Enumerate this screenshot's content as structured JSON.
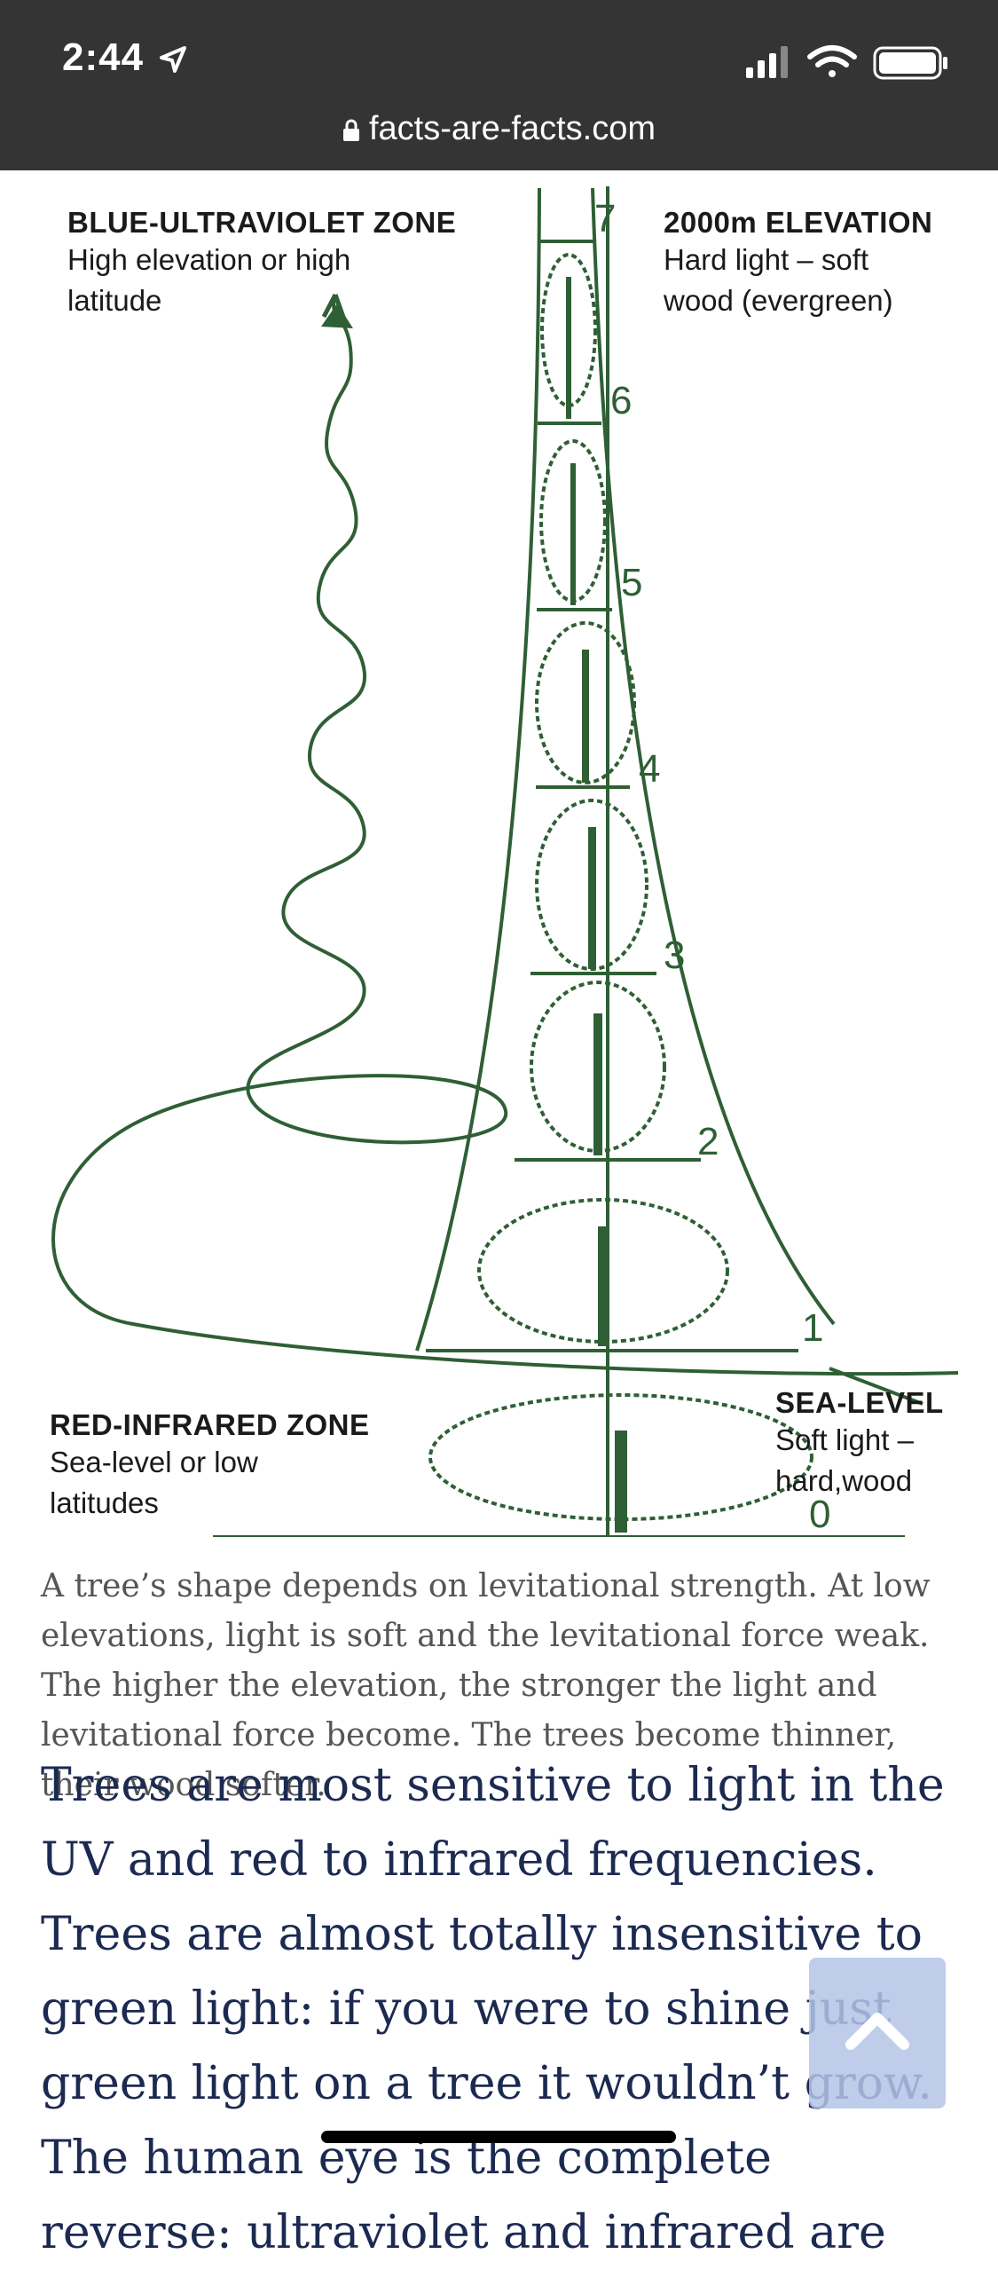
{
  "status_bar": {
    "time": "2:44",
    "url": "facts-are-facts.com",
    "icons": [
      "location-arrow-icon",
      "signal-icon",
      "wifi-icon",
      "battery-icon"
    ]
  },
  "figure": {
    "top_left": {
      "heading": "BLUE-ULTRAVIOLET ZONE",
      "line1": "High elevation or high",
      "line2": "latitude"
    },
    "top_right": {
      "heading": "2000m ELEVATION",
      "line1": "Hard light – soft",
      "line2": "wood (evergreen)"
    },
    "bottom_left": {
      "heading": "RED-INFRARED ZONE",
      "line1": "Sea-level or low",
      "line2": "latitudes"
    },
    "bottom_right": {
      "heading": "SEA-LEVEL",
      "line1": "Soft light –",
      "line2": "hard,wood"
    },
    "levels": [
      "0",
      "1",
      "2",
      "3",
      "4",
      "5",
      "6",
      "7"
    ]
  },
  "caption": "A tree’s shape depends on levitational strength. At low elevations, light is soft and the levitational force weak. The higher the elevation, the stronger the light and levitational force become. The trees become thinner, their wood softer.",
  "body": "Trees are most sensitive to light in the UV and red to infrared frequencies. Trees are almost totally insensitive to green light: if you were to shine just green light on a tree it wouldn’t grow. The human eye is the complete reverse: ultraviolet and infrared are",
  "colors": {
    "status_bg": "#343434",
    "diagram_green": "#2f5f35",
    "body_text": "#1c2a52",
    "caption_text": "#555555",
    "scroll_button": "#b4c4e8"
  }
}
